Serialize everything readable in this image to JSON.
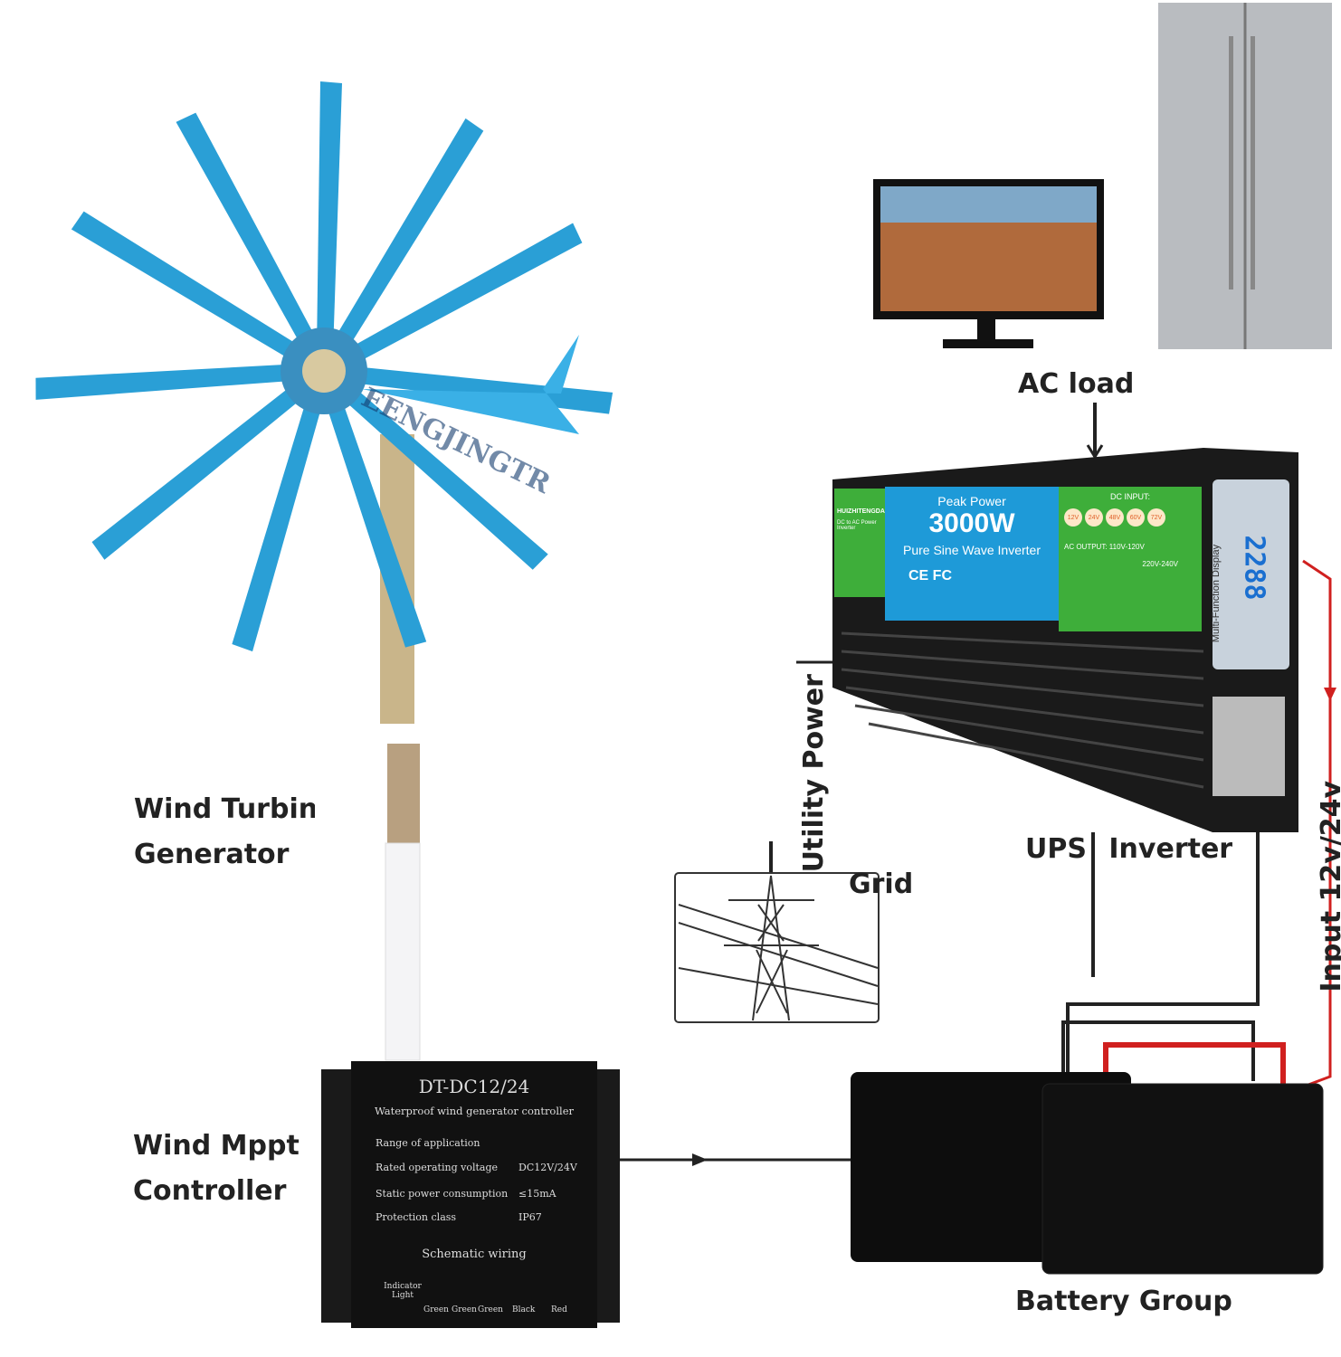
{
  "labels": {
    "wind_turbine": "Wind Turbin",
    "wind_turbine_line2": "Generator",
    "controller_label": "Wind Mppt",
    "controller_label_line2": "Controller",
    "ac_load": "AC load",
    "utility_power": "Utility Power",
    "grid": "Grid",
    "ups_inverter": "UPS Inverter",
    "input_voltage": "Input 12v/24v",
    "battery_group": "Battery Group"
  },
  "watermark": "EENGJINGTR",
  "controller": {
    "model": "DT-DC12/24",
    "subtitle": "Waterproof wind generator controller",
    "range_label": "Range of application",
    "specs": [
      {
        "name": "Rated operating voltage",
        "value": "DC12V/24V"
      },
      {
        "name": "Static power consumption",
        "value": "≤15mA"
      },
      {
        "name": "Protection class",
        "value": "IP67"
      }
    ],
    "wiring_title": "Schematic wiring",
    "indicator": "Indicator Light",
    "terminals": [
      "Green",
      "Green",
      "Green",
      "Black",
      "Red"
    ]
  },
  "inverter": {
    "brand": "HUIZHITENGDA",
    "brand_sub": "DC to AC Power Inverter",
    "peak_label": "Peak Power",
    "power": "3000W",
    "type": "Pure Sine Wave Inverter",
    "certs": "CE FC",
    "dc_input_label": "DC INPUT:",
    "dc_inputs": [
      "12V",
      "24V",
      "48V",
      "60V",
      "72V"
    ],
    "ac_output_label": "AC OUTPUT:",
    "ac_outputs": [
      "110V-120V",
      "220V-240V"
    ],
    "display_value": "2288",
    "display_label": "Multi-Function Display"
  },
  "colors": {
    "turbine_blue": "#2a9fd6",
    "inverter_green": "#3eae3a",
    "inverter_blue": "#1e9ad8",
    "wire_red": "#d0201f"
  }
}
